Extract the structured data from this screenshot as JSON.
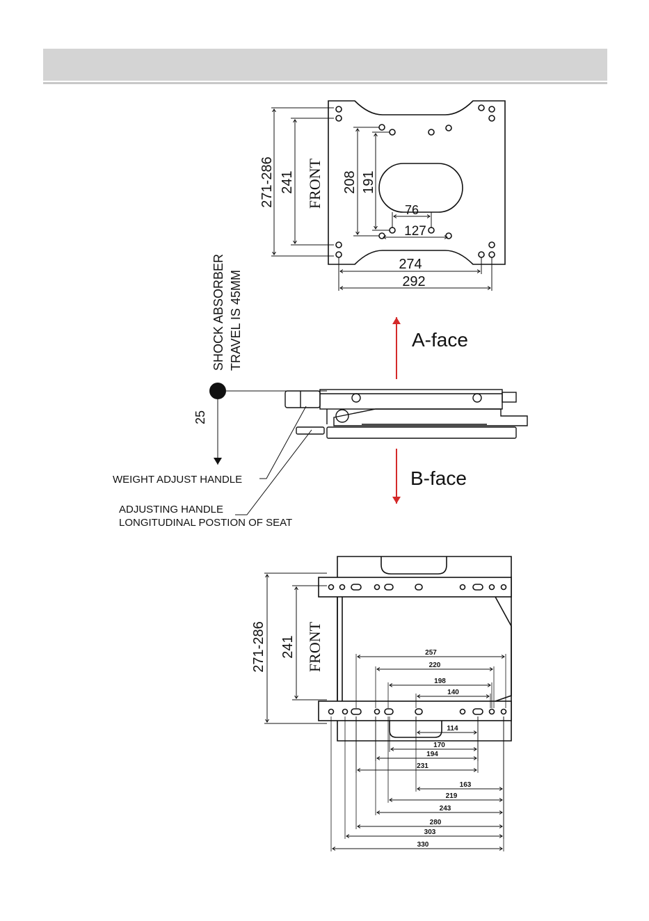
{
  "header": {
    "title": ""
  },
  "colors": {
    "arrow": "#d42a2a",
    "line": "#111111",
    "header": "#d4d4d4"
  },
  "a_face": {
    "label": "A-face",
    "dims": {
      "outer_height": "271-286",
      "inner_height": "241",
      "front": "FRONT",
      "hole_height_outer": "208",
      "hole_height_inner": "191",
      "hole_width_small": "76",
      "hole_width_large": "127",
      "width_inner": "274",
      "width_outer": "292"
    }
  },
  "side_view": {
    "shock_label_line1": "SHOCK ABSORBER",
    "shock_label_line2": "TRAVEL IS 45MM",
    "travel": "25",
    "weight_handle": "WEIGHT ADJUST HANDLE",
    "adjust_handle_line1": "ADJUSTING HANDLE",
    "adjust_handle_line2": "LONGITUDINAL POSTION OF SEAT"
  },
  "b_face": {
    "label": "B-face",
    "dims": {
      "outer_height": "271-286",
      "inner_height": "241",
      "front": "FRONT",
      "upper": [
        "257",
        "220",
        "198",
        "140"
      ],
      "lower": [
        "114",
        "170",
        "194",
        "231",
        "163",
        "219",
        "243",
        "280",
        "303",
        "330"
      ]
    }
  }
}
